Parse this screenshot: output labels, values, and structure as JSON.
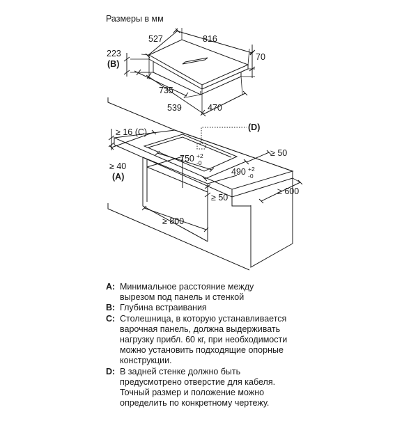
{
  "title": "Размеры в мм",
  "dims": {
    "d527": "527",
    "d816": "816",
    "d223": "223",
    "dB": "(B)",
    "d70": "70",
    "d735": "735",
    "d539": "539",
    "d470": "470",
    "dD": "(D)",
    "d16": "≥ 16 (C)",
    "d50a": "≥ 50",
    "d750": "750",
    "d750sup": "+2",
    "d750sub": "-0",
    "d490": "490",
    "d490sup": "+2",
    "d490sub": "-0",
    "d40": "≥ 40",
    "dA": "(A)",
    "d600": "≥ 600",
    "d50b": "≥ 50",
    "d800": "≥ 800"
  },
  "legend": [
    {
      "key": "A:",
      "text": "Минимальное расстояние между\nвырезом под панель и стенкой"
    },
    {
      "key": "B:",
      "text": "Глубина встраивания"
    },
    {
      "key": "C:",
      "text": "Столешница, в которую устанавливается\nварочная панель, должна выдерживать\nнагрузку прибл. 60 кг, при необходимости\nможно установить подходящие опорные\nконструкции."
    },
    {
      "key": "D:",
      "text": "В задней стенке должно быть\nпредусмотрено отверстие для кабеля.\nТочный размер и положение можно\nопределить по конкретному чертежу."
    }
  ]
}
